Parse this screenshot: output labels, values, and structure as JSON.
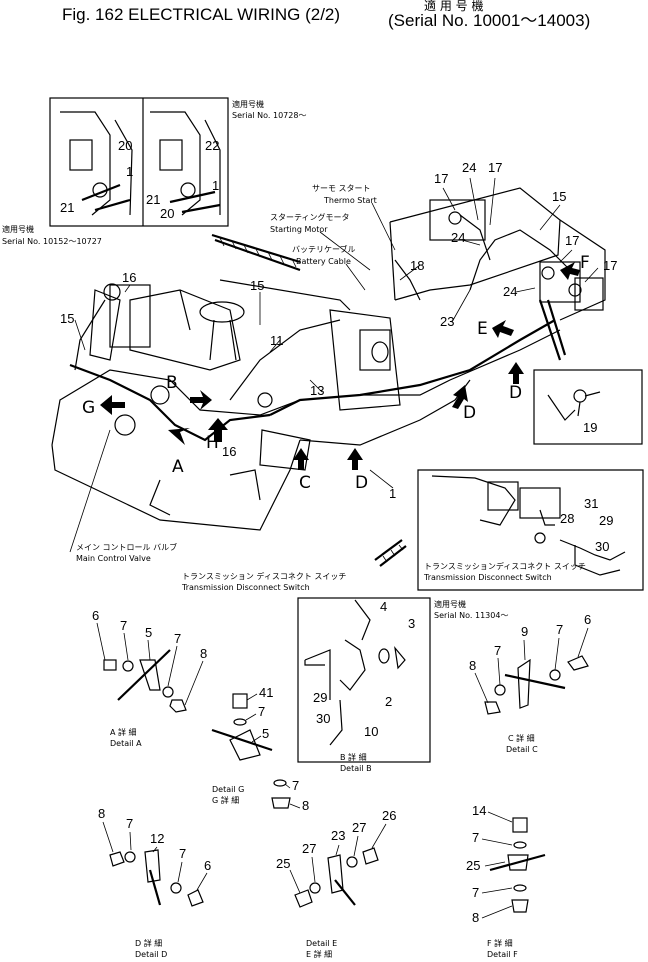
{
  "title": {
    "main": "Fig. 162 ELECTRICAL WIRING (2/2)",
    "serial_jp": "適 用 号 機",
    "serial": "(Serial No. 10001～14003)"
  },
  "callouts": {
    "inset_top_serial_jp": "適用号機",
    "inset_top_serial": "Serial No. 10728～",
    "left_serial_jp": "適用号機",
    "left_serial": "Serial No. 10152～10727",
    "thermo_jp": "サーモ スタート",
    "thermo": "Thermo Start",
    "starting_jp": "スターティングモータ",
    "starting": "Starting Motor",
    "battery_jp": "バッテリケーブル",
    "battery": "Battery Cable",
    "mcv_jp": "メイン コントロール バルブ",
    "mcv": "Main Control Valve",
    "tds_jp": "トランスミッション ディスコネクト スイッチ",
    "tds": "Transmission Disconnect Switch",
    "tds2_jp": "トランスミッションディスコネクト スイッチ",
    "tds2": "Transmission Disconnect Switch",
    "serial_11304_jp": "適用号機",
    "serial_11304": "Serial No. 11304～"
  },
  "details": {
    "a_jp": "A 詳 細",
    "a": "Detail A",
    "b_jp": "B 詳 細",
    "b": "Detail B",
    "c_jp": "C 詳 細",
    "c": "Detail C",
    "g": "Detail G",
    "g_jp": "G 詳 細",
    "d_jp": "D 詳 細",
    "d": "Detail D",
    "e": "Detail E",
    "e_jp": "E 詳 細",
    "f_jp": "F 詳 細",
    "f": "Detail F"
  },
  "letters": {
    "A": "A",
    "B": "B",
    "C": "C",
    "D": "D",
    "E": "E",
    "F": "F",
    "G": "G",
    "H": "H"
  },
  "part_numbers": [
    "1",
    "2",
    "3",
    "4",
    "5",
    "6",
    "7",
    "8",
    "9",
    "10",
    "11",
    "12",
    "13",
    "14",
    "15",
    "16",
    "17",
    "18",
    "19",
    "20",
    "21",
    "22",
    "23",
    "24",
    "25",
    "26",
    "27",
    "28",
    "29",
    "30",
    "31",
    "41"
  ]
}
